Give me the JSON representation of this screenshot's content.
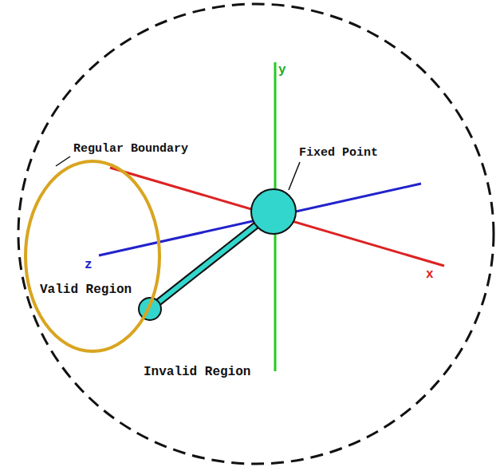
{
  "diagram": {
    "nodes": [
      {
        "text": [
          "Invalid Region"
        ]
      },
      {
        "text": [
          "Valid Region"
        ],
        "in": 0
      }
    ],
    "labels": [
      "Regular Boundary",
      "Fixed Point",
      "y",
      "z",
      "x"
    ]
  }
}
